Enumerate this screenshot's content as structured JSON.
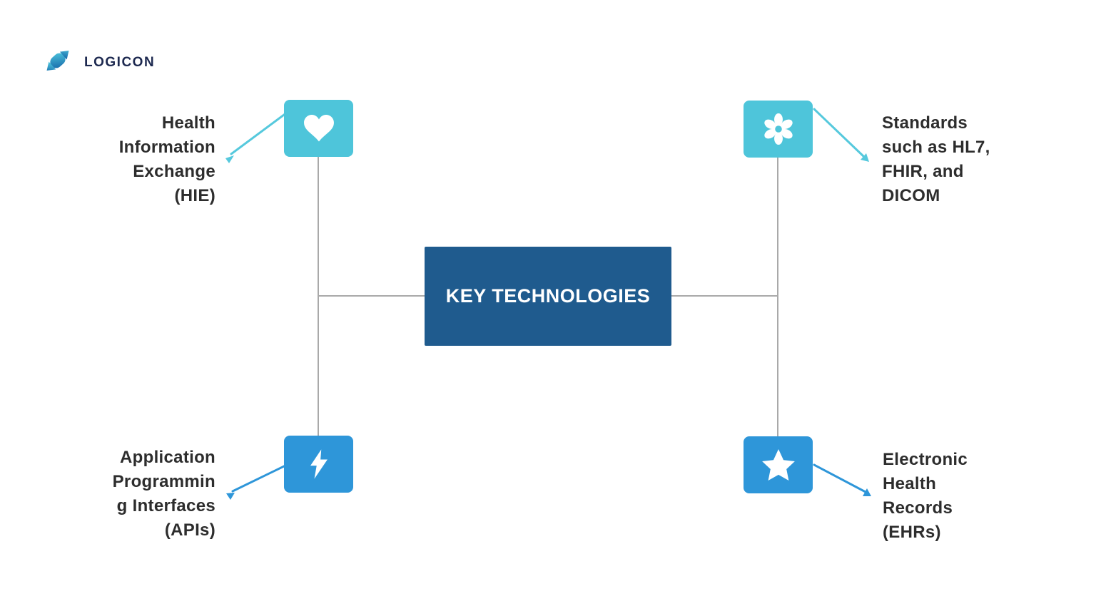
{
  "colors": {
    "cyan": "#4ec5da",
    "cyan-arrow": "#56c9dd",
    "blue": "#2e96d9",
    "navy": "#1f5b8e",
    "line-gray": "#a9a9a9",
    "label-text": "#2d2d2d",
    "logo-navy": "#1d2950"
  },
  "logo": {
    "text": "LOGICON"
  },
  "center": {
    "label": "KEY TECHNOLOGIES"
  },
  "nodes": [
    {
      "id": "hie",
      "icon": "heart-icon",
      "lines": [
        "Health",
        "Information",
        "Exchange",
        "(HIE)"
      ]
    },
    {
      "id": "standards",
      "icon": "flower-icon",
      "lines": [
        "Standards",
        "such as HL7,",
        "FHIR, and",
        "DICOM"
      ]
    },
    {
      "id": "apis",
      "icon": "lightning-icon",
      "lines": [
        "Application",
        "Programmin",
        "g Interfaces",
        "(APIs)"
      ]
    },
    {
      "id": "ehrs",
      "icon": "star-icon",
      "lines": [
        "Electronic",
        "Health",
        "Records",
        "(EHRs)"
      ]
    }
  ]
}
